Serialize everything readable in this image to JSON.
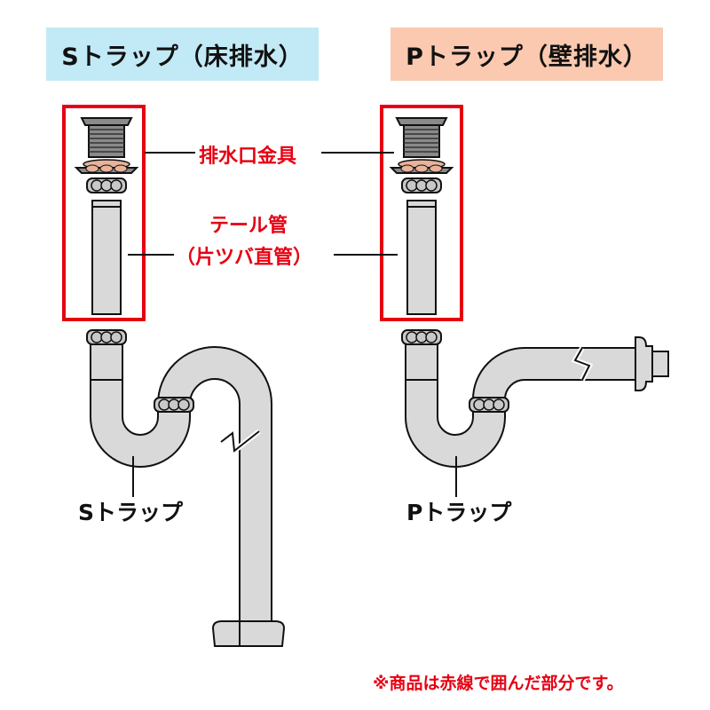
{
  "headers": {
    "s_trap": "Sトラップ（床排水）",
    "p_trap": "Pトラップ（壁排水）"
  },
  "labels": {
    "drain_fitting": "排水口金具",
    "tail_pipe_line1": "テール管",
    "tail_pipe_line2": "（片ツバ直管）",
    "s_trap": "Sトラップ",
    "p_trap": "Pトラップ"
  },
  "note": "※商品は赤線で囲んだ部分です。",
  "colors": {
    "s_header_bg": "#c2e9f6",
    "p_header_bg": "#fac9af",
    "highlight_red": "#e60012",
    "pipe_fill": "#d9d9d9",
    "metal_fill": "#8a8a8a",
    "ring_fill": "#c8c8c8",
    "gasket": "#e8b39a"
  }
}
